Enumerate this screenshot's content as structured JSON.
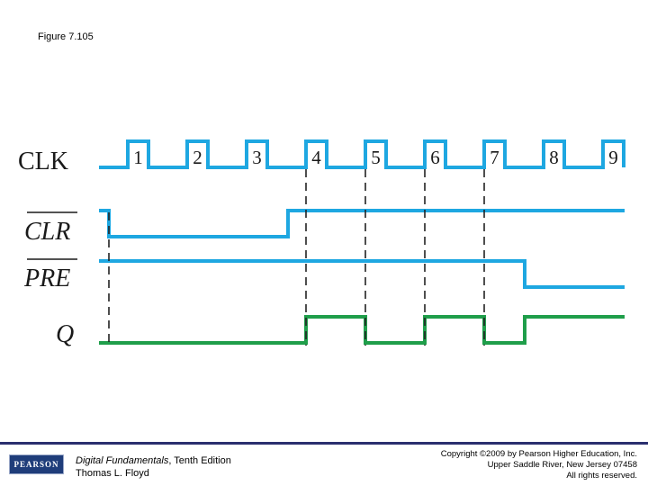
{
  "figure_title": "Figure 7.105",
  "signals": {
    "clk": "CLK",
    "clr": "CLR",
    "pre": "PRE",
    "q": "Q"
  },
  "clock_pulses": [
    "1",
    "2",
    "3",
    "4",
    "5",
    "6",
    "7",
    "8",
    "9"
  ],
  "colors": {
    "clock_trace": "#1ea7e1",
    "output_trace": "#1f9e4a",
    "marker_lines": "#222222"
  },
  "footer": {
    "logo_text": "PEARSON",
    "book_title": "Digital Fundamentals",
    "book_edition": ", Tenth Edition",
    "author": "Thomas L. Floyd",
    "copyright_line1": "Copyright ©2009 by Pearson Higher Education, Inc.",
    "copyright_line2": "Upper Saddle River, New Jersey 07458",
    "copyright_line3": "All rights reserved."
  }
}
